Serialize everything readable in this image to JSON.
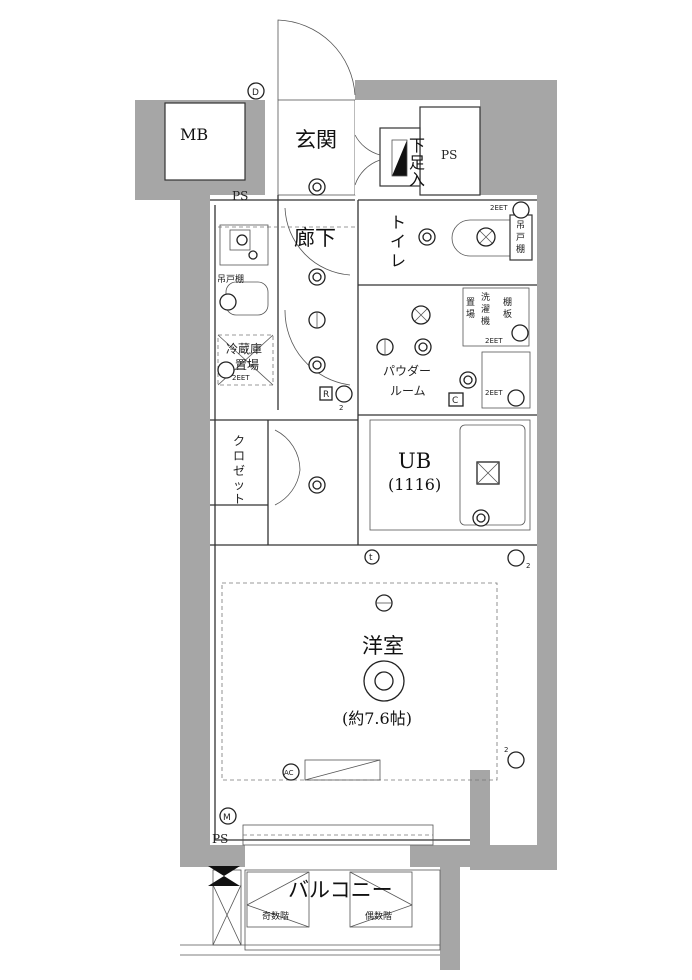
{
  "plan": {
    "rooms": {
      "mb": "MB",
      "entrance": "玄関",
      "shoe_box": [
        "下",
        "足",
        "入"
      ],
      "ps_top": "PS",
      "ps_left": "PS",
      "ps_bottom": "PS",
      "corridor": "廊下",
      "toilet": [
        "ト",
        "イ",
        "レ"
      ],
      "toilet_cabinet": [
        "吊",
        "戸",
        "棚"
      ],
      "kitchen_cabinet": "吊戸棚",
      "fridge": [
        "冷蔵庫",
        "置場"
      ],
      "washer": [
        "洗",
        "濯",
        "機"
      ],
      "washer_place": [
        "置",
        "場"
      ],
      "shelf": [
        "棚",
        "板"
      ],
      "powder_room": [
        "パウダー",
        "ルーム"
      ],
      "ub": "UB",
      "ub_size": "(1116)",
      "closet": [
        "ク",
        "ロ",
        "ゼ",
        "ッ",
        "ト"
      ],
      "western_room": "洋室",
      "western_size": "(約7.6帖)",
      "balcony": "バルコニー",
      "odd_floor": "奇数階",
      "even_floor": "偶数階"
    },
    "symbols": {
      "d": "D",
      "m": "M",
      "r": "R",
      "c": "C",
      "ac": "AC",
      "t": "t",
      "outlet_2eet": "2EET",
      "outlet_count": "2"
    }
  }
}
